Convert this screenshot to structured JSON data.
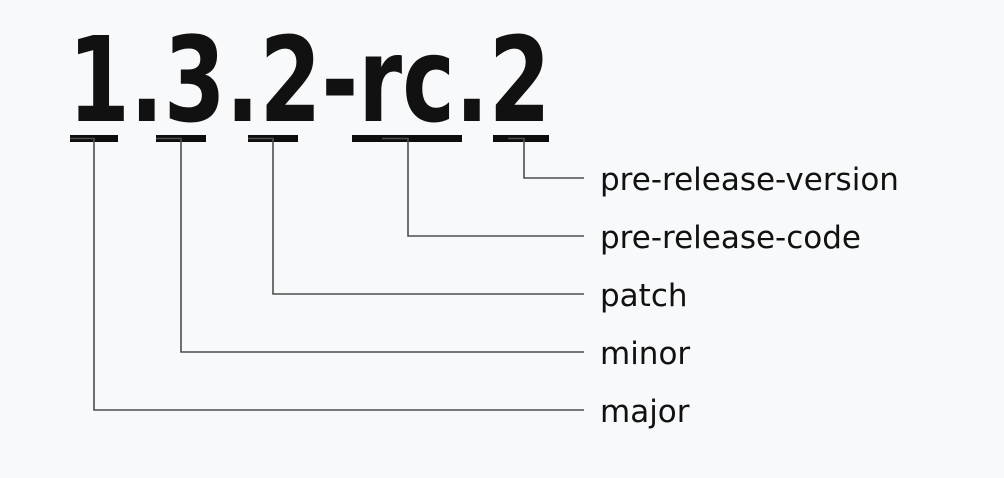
{
  "version": {
    "full": "1.3.2-rc.2",
    "parts": [
      {
        "value": "1",
        "label": "major"
      },
      {
        "value": "3",
        "label": "minor"
      },
      {
        "value": "2",
        "label": "patch"
      },
      {
        "value": "rc",
        "label": "pre-release-code"
      },
      {
        "value": "2",
        "label": "pre-release-version"
      }
    ]
  },
  "colors": {
    "background": "#f8f9fa",
    "ink": "#111111",
    "underline": "#0d0d0d",
    "leader_line": "#4d4d4d"
  }
}
